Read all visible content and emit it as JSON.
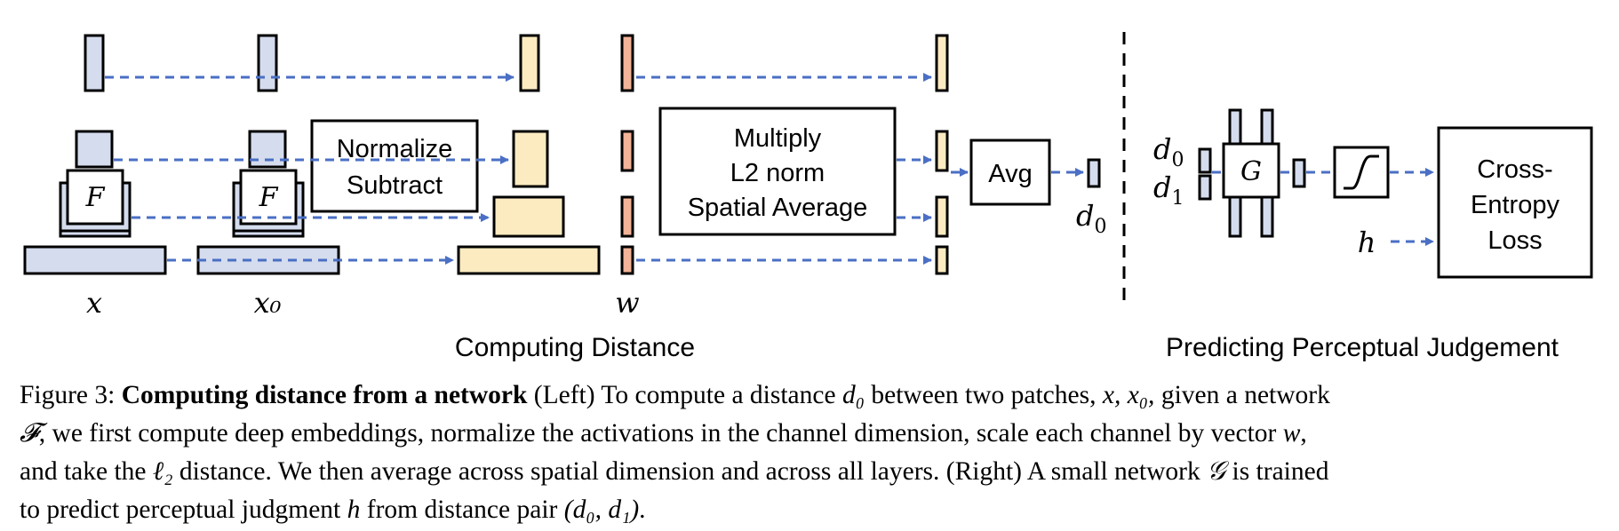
{
  "diagram": {
    "left_inputs": [
      "x",
      "x₀"
    ],
    "network_label": "F",
    "normalize_box": [
      "Normalize",
      "Subtract"
    ],
    "weight_label": "w",
    "multiply_box": [
      "Multiply",
      "L2 norm",
      "Spatial Average"
    ],
    "avg_box": "Avg",
    "d0_output": "d",
    "d0_sub": "0",
    "section_left": "Computing Distance",
    "right_inputs": [
      {
        "base": "d",
        "sub": "0"
      },
      {
        "base": "d",
        "sub": "1"
      }
    ],
    "g_label": "G",
    "h_label": "h",
    "loss_box": [
      "Cross-",
      "Entropy",
      "Loss"
    ],
    "section_right": "Predicting Perceptual Judgement"
  },
  "caption": {
    "figure_label": "Figure 3:",
    "bold_title": "Computing distance from a network",
    "line1_rest": "(Left) To compute a distance",
    "line1_var_d0": "d₀",
    "line1_tail": "between two patches,",
    "line1_vars": "x, x₀,",
    "line1_end": "given a network",
    "line2_var_F": "𝓕",
    "line2_text": ", we first compute deep embeddings, normalize the activations in the channel dimension, scale each channel by vector",
    "line2_var_w": "w",
    "line2_end": ",",
    "line3_start": "and take the",
    "line3_var_l2": "ℓ₂",
    "line3_text": "distance. We then average across spatial dimension and across all layers. (Right) A small network",
    "line3_var_G": "𝒢",
    "line3_end": "is trained",
    "line4_start": "to predict perceptual judgment",
    "line4_var_h": "h",
    "line4_text": "from distance pair",
    "line4_pair": "(d₀, d₁)",
    "line4_end": "."
  },
  "colors": {
    "feature_blue": "#d4dcee",
    "feature_yellow": "#fcebc1",
    "weight_orange": "#f2b398",
    "arrow_blue": "#4a6fc4"
  }
}
